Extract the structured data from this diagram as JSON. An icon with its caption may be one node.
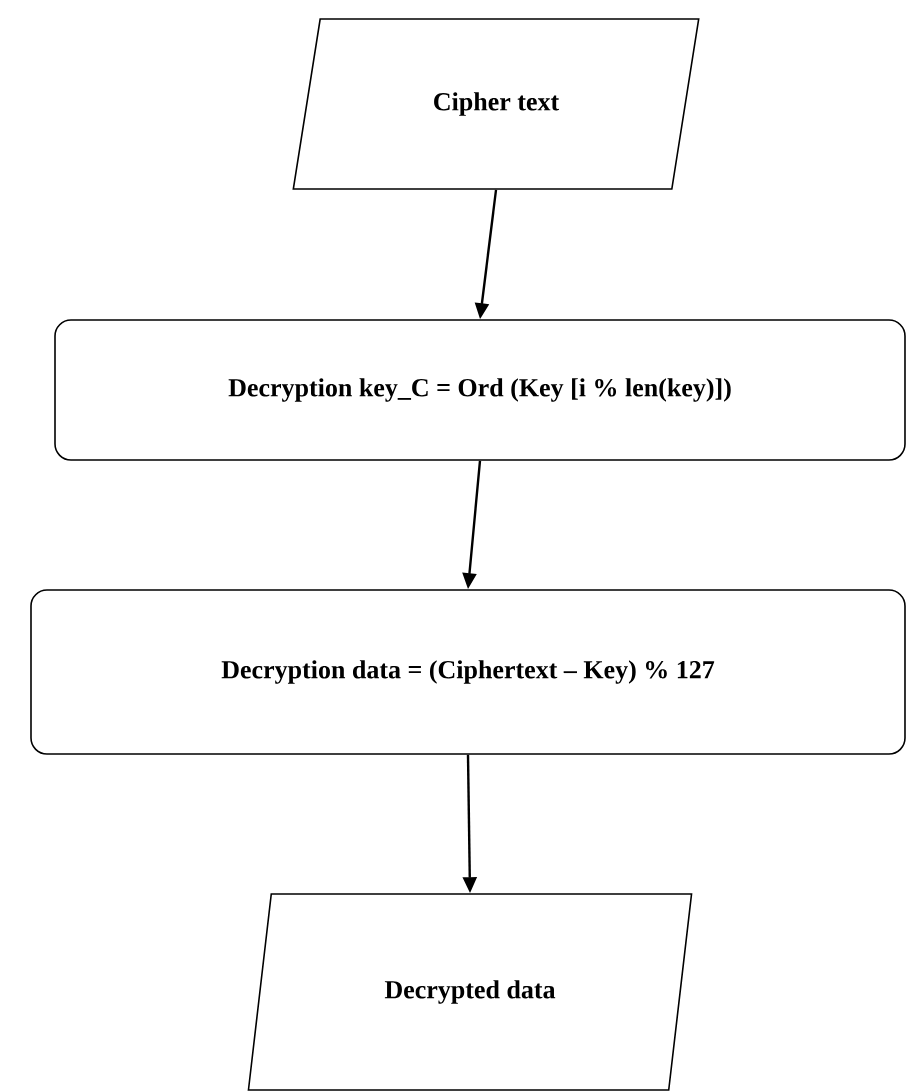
{
  "diagram": {
    "nodes": [
      {
        "text": [
          "Cipher text"
        ]
      },
      {
        "text": [
          "Decryption key_C = Ord (Key [i % len(key)])"
        ]
      },
      {
        "text": [
          "Decryption data = (Ciphertext – Key) % 127"
        ]
      },
      {
        "text": [
          "Decrypted data"
        ]
      }
    ],
    "edges": [
      {
        "from": 0,
        "to": 1,
        "arrow": "to"
      },
      {
        "from": 1,
        "to": 2,
        "arrow": "to"
      },
      {
        "from": 2,
        "to": 3,
        "arrow": "to"
      }
    ]
  }
}
